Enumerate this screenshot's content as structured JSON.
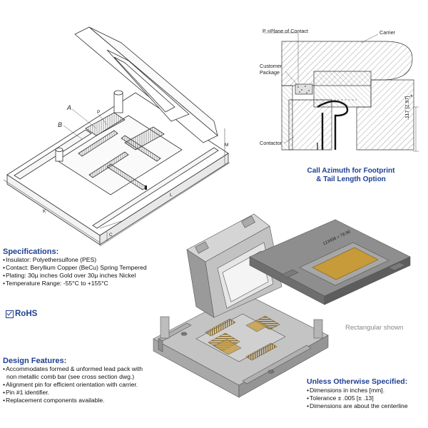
{
  "specifications": {
    "title": "Specifications:",
    "items": [
      "Insulator: Polyethersulfone (PES)",
      "Contact: Beryllium Copper (BeCu) Spring Tempered",
      "Plating: 30µ inches Gold over 30µ inches Nickel",
      "Temperature Range: -55°C to +155°C"
    ]
  },
  "rohs_label": "RoHS",
  "design_features": {
    "title": "Design  Features:",
    "items": [
      "Accommodates formed & unformed lead pack with",
      "non metallic comb bar (see cross section dwg.)",
      "Alignment pin for efficient orientation with carrier.",
      "Pin #1 identifier.",
      "Replacement components available."
    ]
  },
  "call_azimuth": {
    "line1": "Call Azimuth for Footprint",
    "line2": "& Tail Length Option"
  },
  "unless_specified": {
    "title": "Unless Otherwise Specified:",
    "items": [
      "Dimensions in inches [mm].",
      "Tolerance ± .005 [± .13]",
      "Dimensions are about the centerline"
    ]
  },
  "rectangular_shown": "Rectangular shown",
  "cross_section": {
    "plane_label": "P =Plane of Contact",
    "carrier_label": "Carrier",
    "customer_label_1": "Customer",
    "customer_label_2": "Package",
    "contactor_label": "Contactor",
    "dimension_label": ".117 [2.97]",
    "asterisk": "*"
  },
  "drawing_labels": {
    "a": "A",
    "b": "B",
    "p": "P",
    "m": "M",
    "l": "L",
    "k": "K",
    "c": "C",
    "carrier_text": "123456 = 78.90"
  },
  "colors": {
    "heading_blue": "#1f3f93",
    "gold": "#c79a3a",
    "socket_grey": "#b8b8b8"
  }
}
